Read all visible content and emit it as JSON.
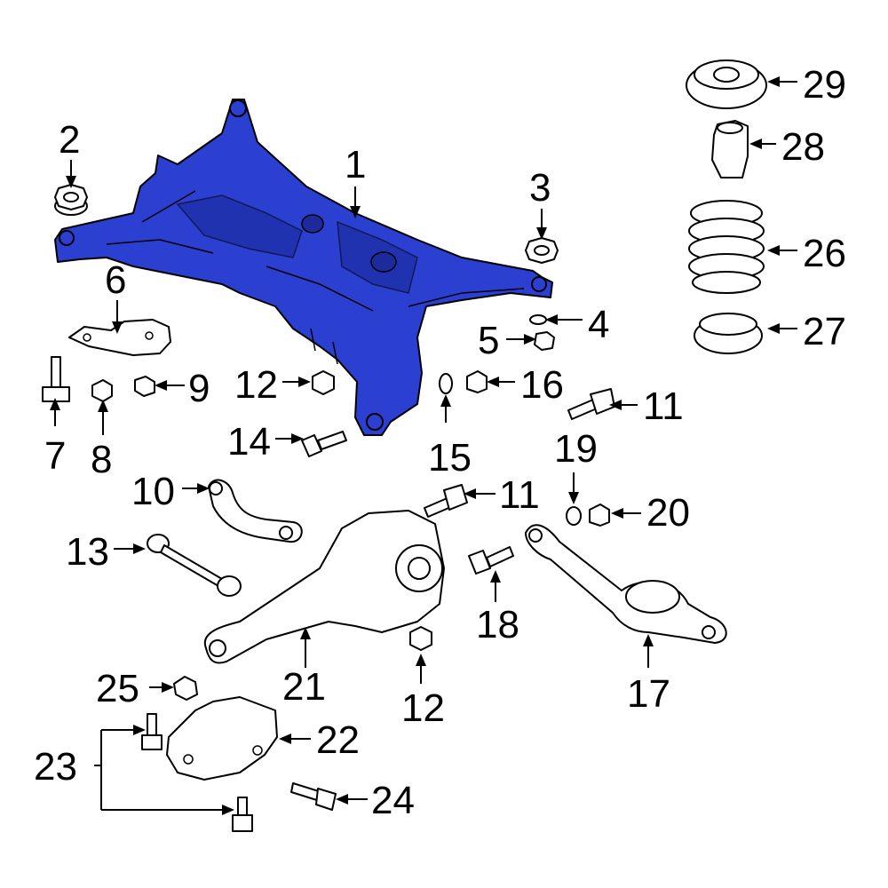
{
  "diagram": {
    "highlight_color": "#2b3fd1",
    "callouts": [
      {
        "id": "c1",
        "label": "1"
      },
      {
        "id": "c2",
        "label": "2"
      },
      {
        "id": "c3",
        "label": "3"
      },
      {
        "id": "c4",
        "label": "4"
      },
      {
        "id": "c5",
        "label": "5"
      },
      {
        "id": "c6",
        "label": "6"
      },
      {
        "id": "c7",
        "label": "7"
      },
      {
        "id": "c8",
        "label": "8"
      },
      {
        "id": "c9",
        "label": "9"
      },
      {
        "id": "c10",
        "label": "10"
      },
      {
        "id": "c11a",
        "label": "11"
      },
      {
        "id": "c11b",
        "label": "11"
      },
      {
        "id": "c12a",
        "label": "12"
      },
      {
        "id": "c12b",
        "label": "12"
      },
      {
        "id": "c13",
        "label": "13"
      },
      {
        "id": "c14",
        "label": "14"
      },
      {
        "id": "c15",
        "label": "15"
      },
      {
        "id": "c16",
        "label": "16"
      },
      {
        "id": "c17",
        "label": "17"
      },
      {
        "id": "c18",
        "label": "18"
      },
      {
        "id": "c19",
        "label": "19"
      },
      {
        "id": "c20",
        "label": "20"
      },
      {
        "id": "c21",
        "label": "21"
      },
      {
        "id": "c22",
        "label": "22"
      },
      {
        "id": "c23",
        "label": "23"
      },
      {
        "id": "c24",
        "label": "24"
      },
      {
        "id": "c25",
        "label": "25"
      },
      {
        "id": "c26",
        "label": "26"
      },
      {
        "id": "c27",
        "label": "27"
      },
      {
        "id": "c28",
        "label": "28"
      },
      {
        "id": "c29",
        "label": "29"
      }
    ]
  }
}
